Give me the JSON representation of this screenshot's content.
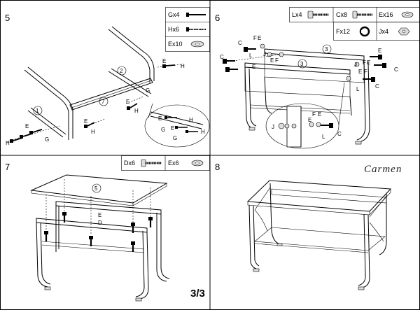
{
  "page_number": "3/3",
  "brand": "Carmen",
  "steps": {
    "s5": {
      "number": "5",
      "parts": [
        {
          "code": "Gx4",
          "icon": "screw-icon"
        },
        {
          "code": "Hx6",
          "icon": "long-screw-icon"
        },
        {
          "code": "Ex10",
          "icon": "washer-icon"
        }
      ],
      "labels": [
        "E",
        "H",
        "G",
        "E",
        "H",
        "E",
        "H",
        "E",
        "H",
        "G",
        "E",
        "E",
        "H",
        "G",
        "H",
        "G"
      ],
      "circled": [
        "1",
        "2",
        "7"
      ]
    },
    "s6": {
      "number": "6",
      "parts": [
        {
          "code": "Lx4",
          "icon": "bolt-icon"
        },
        {
          "code": "Cx8",
          "icon": "cam-bolt-icon"
        },
        {
          "code": "Ex16",
          "icon": "washer-icon"
        },
        {
          "code": "Fx12",
          "icon": "cam-lock-icon"
        },
        {
          "code": "Jx4",
          "icon": "nut-icon"
        }
      ],
      "labels": [
        "C",
        "F",
        "E",
        "L",
        "J",
        "C",
        "E",
        "E",
        "F",
        "J",
        "F",
        "E",
        "E",
        "E",
        "F",
        "C",
        "L",
        "C",
        "J",
        "F",
        "E",
        "E",
        "L",
        "C"
      ],
      "circled": [
        "3",
        "3"
      ]
    },
    "s7": {
      "number": "7",
      "parts": [
        {
          "code": "Dx6",
          "icon": "long-bolt-icon"
        },
        {
          "code": "Ex6",
          "icon": "washer-icon"
        }
      ],
      "labels": [
        "E",
        "D"
      ],
      "circled": [
        "5"
      ]
    },
    "s8": {
      "number": "8"
    }
  }
}
